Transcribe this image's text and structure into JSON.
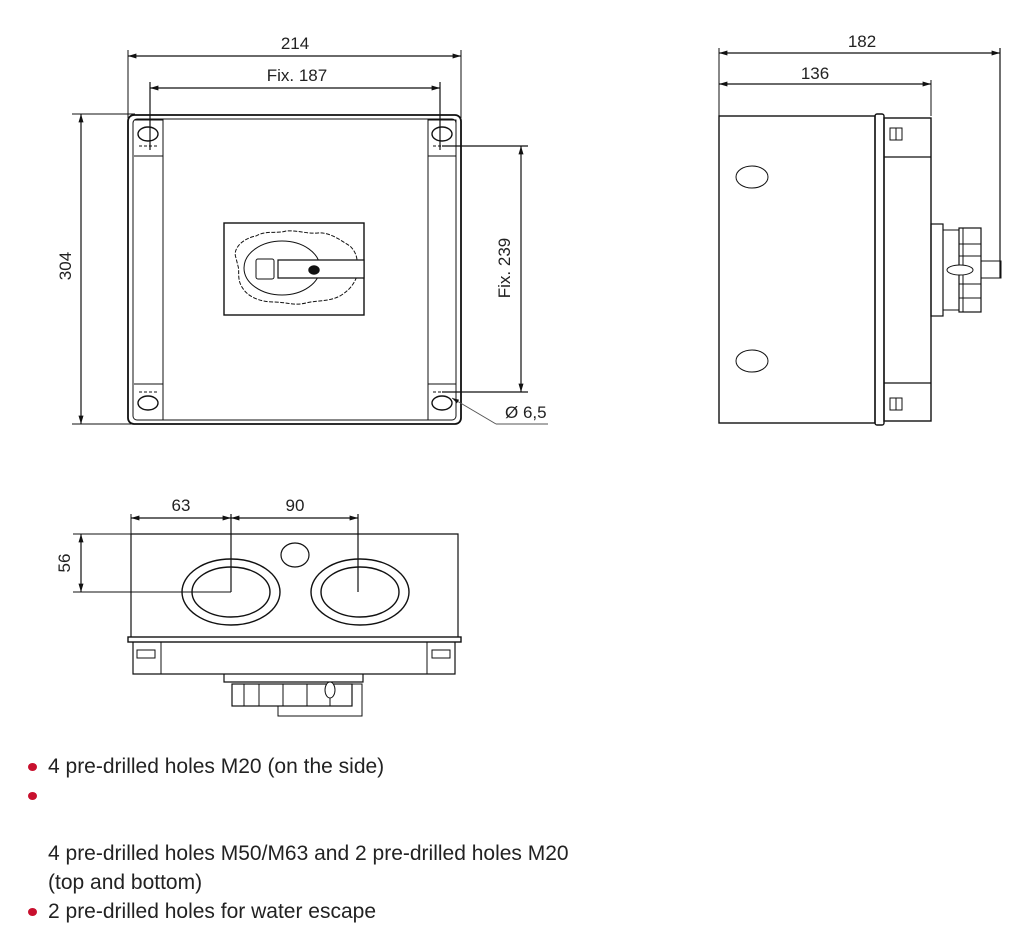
{
  "front_view": {
    "width_label": "214",
    "fix_width_label": "Fix. 187",
    "height_label": "304",
    "fix_height_label": "Fix. 239",
    "hole_label": "Ø 6,5"
  },
  "side_view": {
    "depth_total_label": "182",
    "depth_body_label": "136"
  },
  "bottom_view": {
    "offset_label": "63",
    "spacing_label": "90",
    "height_label": "56"
  },
  "notes": {
    "bullet_color": "#c8102e",
    "items": [
      "4 pre-drilled holes M20 (on the side)",
      "4 pre-drilled holes M50/M63 and 2 pre-drilled holes M20\n(top and bottom)",
      "2 pre-drilled holes for water escape"
    ]
  }
}
